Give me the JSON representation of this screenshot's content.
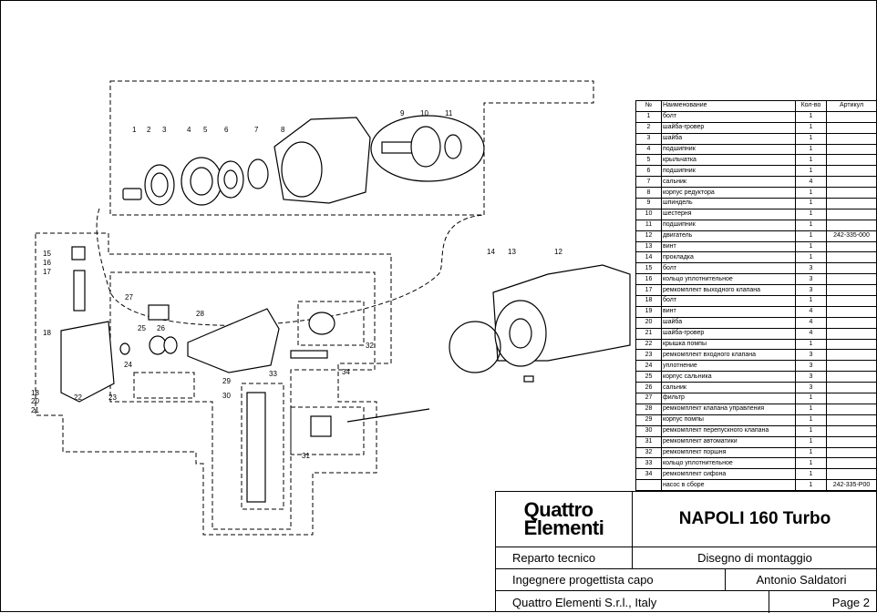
{
  "table": {
    "headers": {
      "no": "№",
      "name": "Наименование",
      "qty": "Кол-во",
      "article": "Артикул"
    },
    "rows": [
      {
        "no": "1",
        "name": "болт",
        "qty": "1",
        "article": ""
      },
      {
        "no": "2",
        "name": "шайба-гровер",
        "qty": "1",
        "article": ""
      },
      {
        "no": "3",
        "name": "шайба",
        "qty": "1",
        "article": ""
      },
      {
        "no": "4",
        "name": "подшипник",
        "qty": "1",
        "article": ""
      },
      {
        "no": "5",
        "name": "крыльчатка",
        "qty": "1",
        "article": ""
      },
      {
        "no": "6",
        "name": "подшипник",
        "qty": "1",
        "article": ""
      },
      {
        "no": "7",
        "name": "сальник",
        "qty": "4",
        "article": ""
      },
      {
        "no": "8",
        "name": "корпус редуктора",
        "qty": "1",
        "article": ""
      },
      {
        "no": "9",
        "name": "шпиндель",
        "qty": "1",
        "article": ""
      },
      {
        "no": "10",
        "name": "шестерня",
        "qty": "1",
        "article": ""
      },
      {
        "no": "11",
        "name": "подшипник",
        "qty": "1",
        "article": ""
      },
      {
        "no": "12",
        "name": "двигатель",
        "qty": "1",
        "article": "242-335-000"
      },
      {
        "no": "13",
        "name": "винт",
        "qty": "1",
        "article": ""
      },
      {
        "no": "14",
        "name": "прокладка",
        "qty": "1",
        "article": ""
      },
      {
        "no": "15",
        "name": "болт",
        "qty": "3",
        "article": ""
      },
      {
        "no": "16",
        "name": "кольцо уплотнительное",
        "qty": "3",
        "article": ""
      },
      {
        "no": "17",
        "name": "ремкомплект выходного клапана",
        "qty": "3",
        "article": ""
      },
      {
        "no": "18",
        "name": "болт",
        "qty": "1",
        "article": ""
      },
      {
        "no": "19",
        "name": "винт",
        "qty": "4",
        "article": ""
      },
      {
        "no": "20",
        "name": "шайба",
        "qty": "4",
        "article": ""
      },
      {
        "no": "21",
        "name": "шайба-гровер",
        "qty": "4",
        "article": ""
      },
      {
        "no": "22",
        "name": "крышка помпы",
        "qty": "1",
        "article": ""
      },
      {
        "no": "23",
        "name": "ремкомплект входного  клапана",
        "qty": "3",
        "article": ""
      },
      {
        "no": "24",
        "name": "уплотнение",
        "qty": "3",
        "article": ""
      },
      {
        "no": "25",
        "name": "корпус сальника",
        "qty": "3",
        "article": ""
      },
      {
        "no": "26",
        "name": "сальник",
        "qty": "3",
        "article": ""
      },
      {
        "no": "27",
        "name": "фильтр",
        "qty": "1",
        "article": ""
      },
      {
        "no": "28",
        "name": "ремкомплект клапана управления",
        "qty": "1",
        "article": ""
      },
      {
        "no": "29",
        "name": "корпус помпы",
        "qty": "1",
        "article": ""
      },
      {
        "no": "30",
        "name": "ремкомплект перепускного  клапана",
        "qty": "1",
        "article": ""
      },
      {
        "no": "31",
        "name": "ремкомплект автоматики",
        "qty": "1",
        "article": ""
      },
      {
        "no": "32",
        "name": "ремкомплект поршня",
        "qty": "1",
        "article": ""
      },
      {
        "no": "33",
        "name": "кольцо уплотнительное",
        "qty": "1",
        "article": ""
      },
      {
        "no": "34",
        "name": "ремкомплект сифона",
        "qty": "1",
        "article": ""
      },
      {
        "no": "",
        "name": "насос в сборе",
        "qty": "1",
        "article": "242-335-P00"
      }
    ]
  },
  "title_block": {
    "logo_line1": "Quattro",
    "logo_line2": "Elementi",
    "product": "NAPOLI 160 Turbo",
    "department": "Reparto tecnico",
    "drawing_type": "Disegno di montaggio",
    "role": "Ingegnere progettista capo",
    "engineer": "Antonio Saldatori",
    "company": "Quattro Elementi S.r.l., Italy",
    "page": "Page 2"
  },
  "callouts": [
    "1",
    "2",
    "3",
    "4",
    "5",
    "6",
    "7",
    "8",
    "9",
    "10",
    "11",
    "12",
    "13",
    "14",
    "15",
    "16",
    "17",
    "18",
    "18",
    "20",
    "21",
    "22",
    "23",
    "24",
    "25",
    "26",
    "27",
    "28",
    "29",
    "30",
    "31",
    "32",
    "33",
    "34"
  ]
}
